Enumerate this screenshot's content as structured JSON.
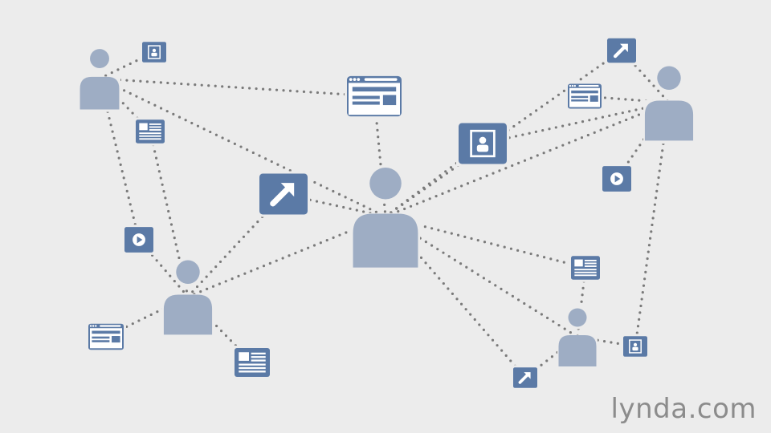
{
  "watermark": {
    "brand": "lynda",
    "suffix": ".com"
  },
  "colors": {
    "background": "#ececec",
    "person": "#9eadc4",
    "icon_tile": "#5b7aa6",
    "icon_detail": "#ffffff",
    "connector": "#7a7a7a"
  },
  "diagram": {
    "type": "social-network",
    "nodes": [
      {
        "id": "p-topleft",
        "kind": "person"
      },
      {
        "id": "p-center",
        "kind": "person"
      },
      {
        "id": "p-bottomleft",
        "kind": "person"
      },
      {
        "id": "p-right",
        "kind": "person"
      },
      {
        "id": "p-bottomright",
        "kind": "person"
      },
      {
        "id": "i-profile-1",
        "kind": "profile-icon"
      },
      {
        "id": "i-article-1",
        "kind": "article-icon"
      },
      {
        "id": "i-browser-1",
        "kind": "browser-icon"
      },
      {
        "id": "i-video-1",
        "kind": "video-icon"
      },
      {
        "id": "i-share-1",
        "kind": "share-icon"
      },
      {
        "id": "i-browser-2",
        "kind": "browser-icon"
      },
      {
        "id": "i-article-2",
        "kind": "article-icon"
      },
      {
        "id": "i-profile-2",
        "kind": "profile-icon"
      },
      {
        "id": "i-share-2",
        "kind": "share-icon"
      },
      {
        "id": "i-browser-3",
        "kind": "browser-icon"
      },
      {
        "id": "i-video-2",
        "kind": "video-icon"
      },
      {
        "id": "i-article-3",
        "kind": "article-icon"
      },
      {
        "id": "i-profile-3",
        "kind": "profile-icon"
      },
      {
        "id": "i-share-3",
        "kind": "share-icon"
      }
    ],
    "edges": [
      [
        "p-topleft",
        "i-profile-1"
      ],
      [
        "p-topleft",
        "i-browser-1"
      ],
      [
        "p-topleft",
        "p-center"
      ],
      [
        "p-topleft",
        "i-article-1"
      ],
      [
        "p-topleft",
        "i-video-1"
      ],
      [
        "i-article-1",
        "p-bottomleft"
      ],
      [
        "i-video-1",
        "p-bottomleft"
      ],
      [
        "p-bottomleft",
        "i-share-1"
      ],
      [
        "i-share-1",
        "p-center"
      ],
      [
        "p-bottomleft",
        "p-center"
      ],
      [
        "p-bottomleft",
        "i-browser-2"
      ],
      [
        "p-bottomleft",
        "i-article-2"
      ],
      [
        "i-browser-1",
        "p-center"
      ],
      [
        "p-center",
        "i-profile-2"
      ],
      [
        "p-center",
        "i-share-2"
      ],
      [
        "i-profile-2",
        "p-right"
      ],
      [
        "i-share-2",
        "p-right"
      ],
      [
        "i-browser-3",
        "p-right"
      ],
      [
        "p-center",
        "p-right"
      ],
      [
        "i-video-2",
        "p-right"
      ],
      [
        "p-center",
        "i-article-3"
      ],
      [
        "p-center",
        "p-bottomright"
      ],
      [
        "p-center",
        "i-share-3"
      ],
      [
        "i-share-3",
        "p-bottomright"
      ],
      [
        "i-article-3",
        "p-bottomright"
      ],
      [
        "p-bottomright",
        "i-profile-3"
      ],
      [
        "i-profile-3",
        "p-right"
      ]
    ]
  }
}
